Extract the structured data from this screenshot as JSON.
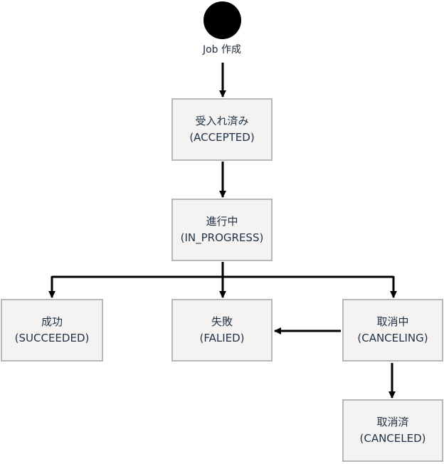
{
  "start": {
    "label": "Job 作成"
  },
  "states": {
    "accepted": {
      "name": "受入れ済み",
      "code": "(ACCEPTED)"
    },
    "inprogress": {
      "name": "進行中",
      "code": "(IN_PROGRESS)"
    },
    "succeeded": {
      "name": "成功",
      "code": "(SUCCEEDED)"
    },
    "failed": {
      "name": "失敗",
      "code": "(FALIED)"
    },
    "canceling": {
      "name": "取消中",
      "code": "(CANCELING)"
    },
    "canceled": {
      "name": "取消済",
      "code": "(CANCELED)"
    }
  },
  "colors": {
    "node_fill": "#f4f3f1",
    "node_border": "#b8b8b8",
    "text": "#1f3247",
    "arrow": "#000000"
  }
}
